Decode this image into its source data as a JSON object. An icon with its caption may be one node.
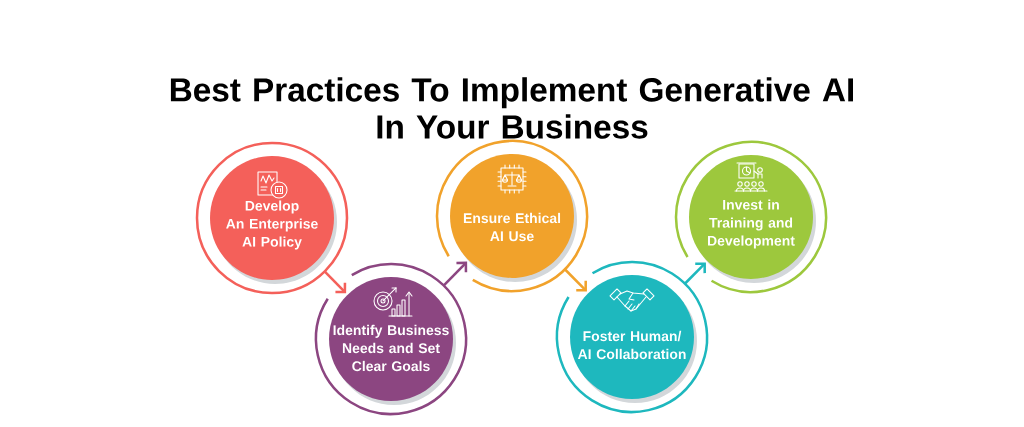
{
  "diagram": {
    "title": "Best Practices To Implement Generative AI In Your Business",
    "nodes": [
      {
        "text": [
          "Develop An Enterprise AI Policy"
        ]
      },
      {
        "text": [
          "Identify Business Needs and Set Clear Goals"
        ]
      },
      {
        "text": [
          "Ensure Ethical AI Use"
        ]
      },
      {
        "text": [
          "Foster Human/ AI Collaboration"
        ]
      },
      {
        "text": [
          "Invest in Training and Development"
        ]
      }
    ],
    "edges": [
      {
        "from": 0,
        "to": 1,
        "arrow": "to",
        "color": "#f4605a"
      },
      {
        "from": 1,
        "to": 2,
        "arrow": "to",
        "color": "#8c4681"
      },
      {
        "from": 2,
        "to": 3,
        "arrow": "to",
        "color": "#f1a22b"
      },
      {
        "from": 3,
        "to": 4,
        "arrow": "to",
        "color": "#1eb8be"
      }
    ]
  }
}
